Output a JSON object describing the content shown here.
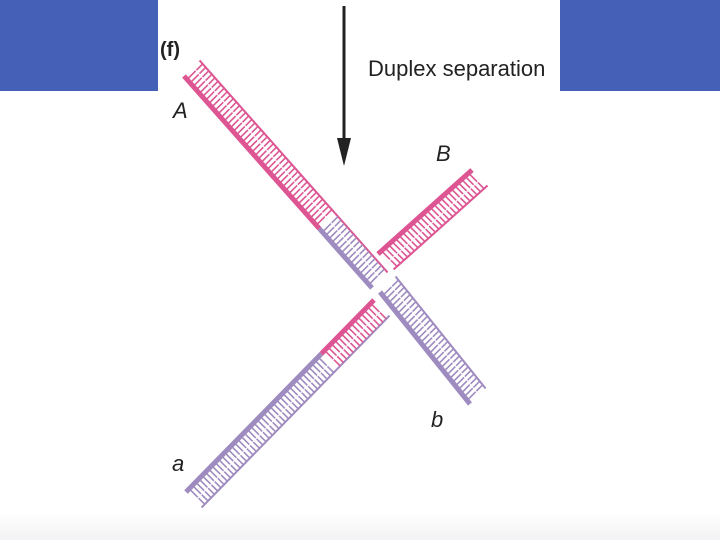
{
  "figure": {
    "panel_label": "(f)",
    "arrow_caption": "Duplex separation",
    "strand_labels": {
      "upper_left": "A",
      "upper_right": "B",
      "lower_right": "b",
      "lower_left": "a"
    }
  },
  "colors": {
    "slide_band": "#4460b7",
    "strand_pink": "#dd5592",
    "strand_purple": "#9e8bbf",
    "arrow": "#222222"
  },
  "icons": {
    "arrow": "down-arrow-icon"
  }
}
